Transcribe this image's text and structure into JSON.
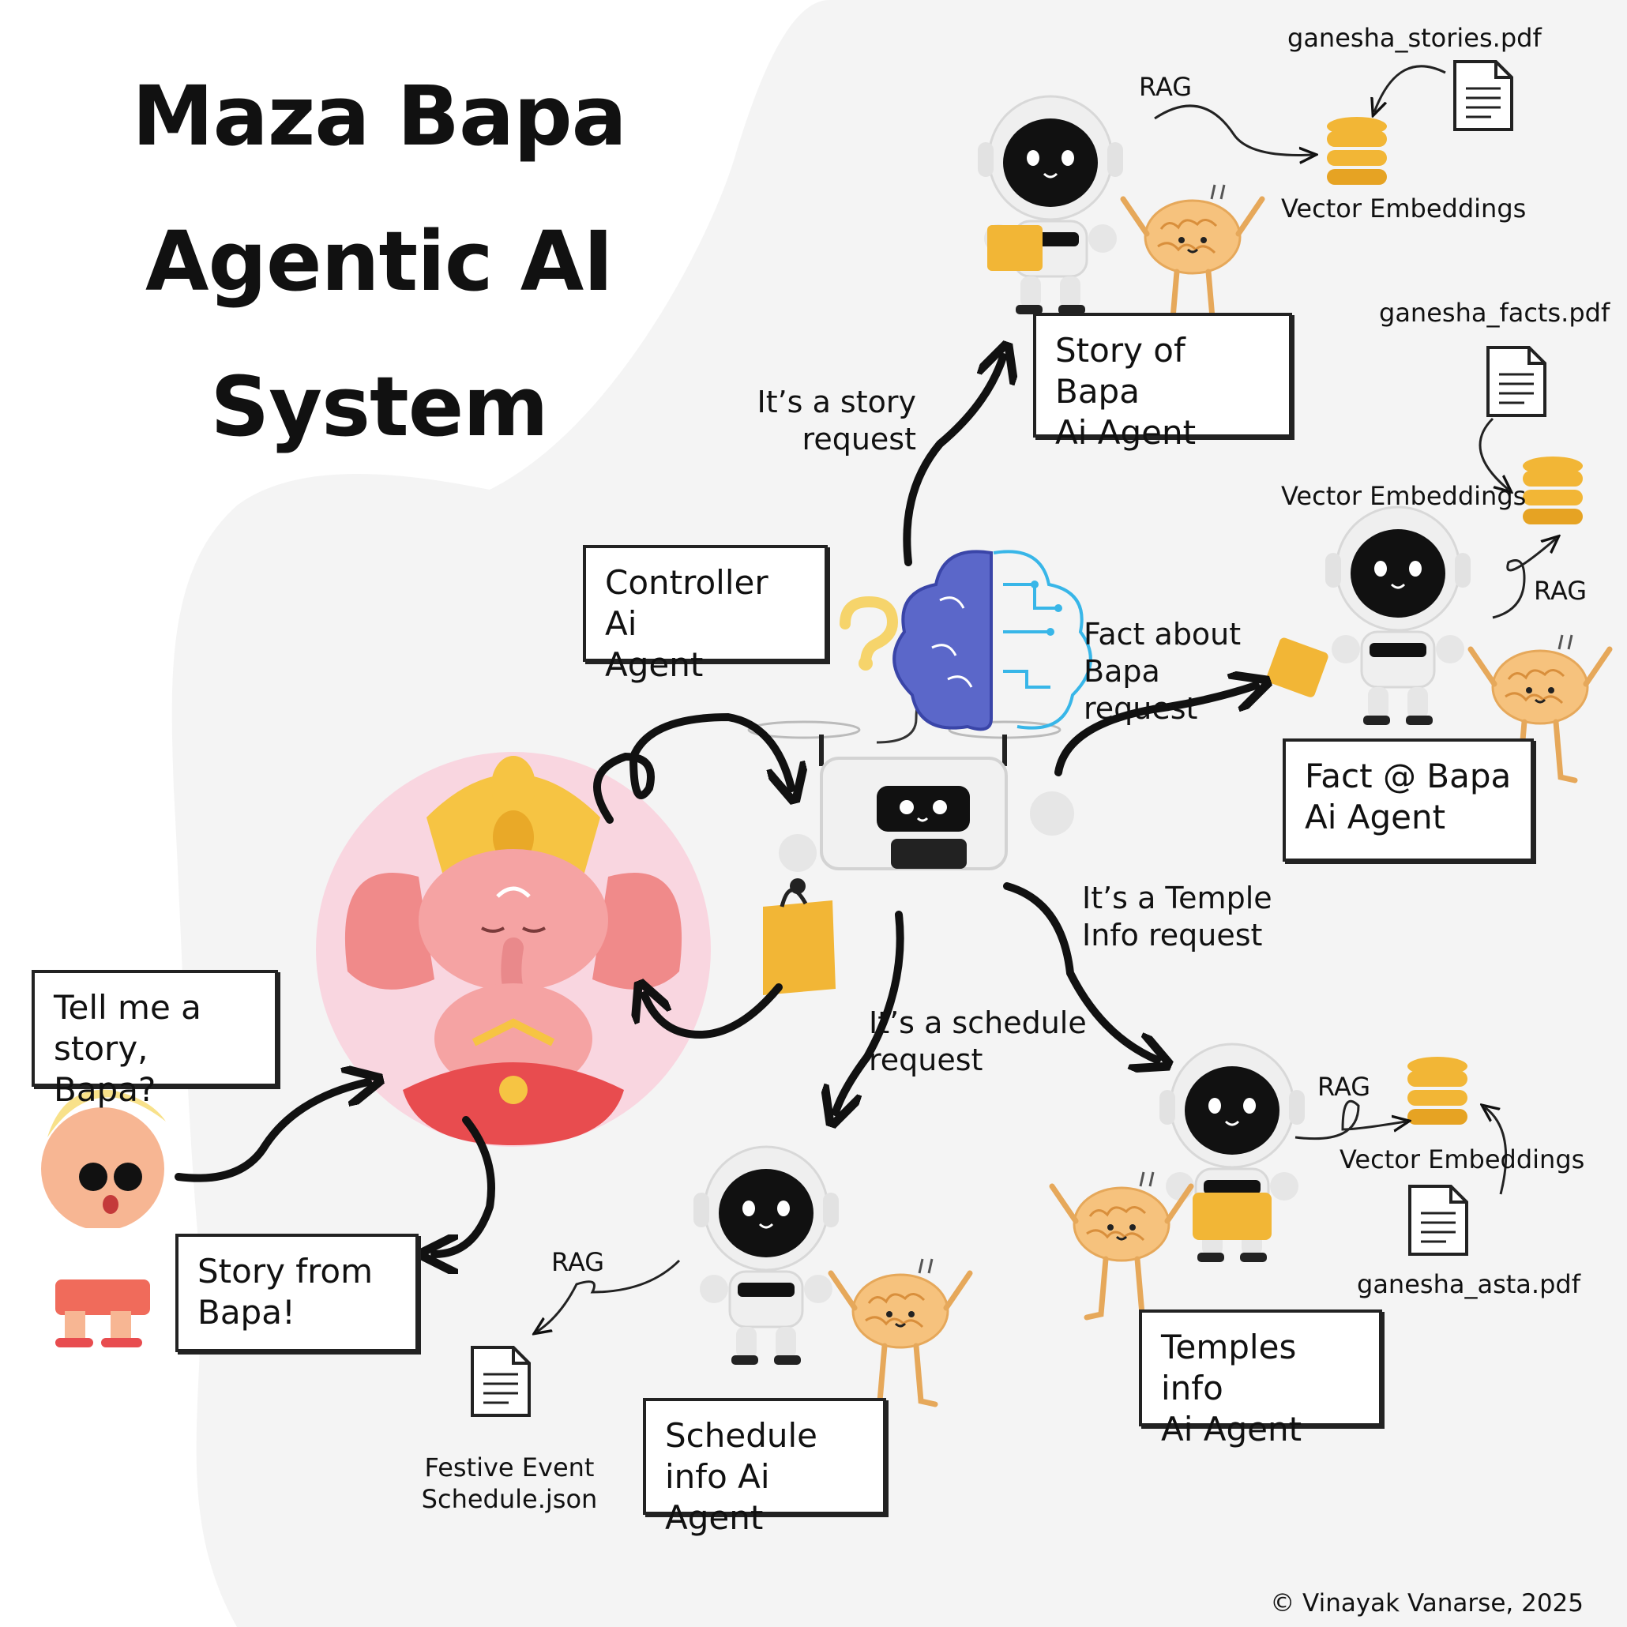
{
  "title": {
    "line1": "Maza Bapa",
    "line2": "Agentic AI",
    "line3": "System"
  },
  "boxes": {
    "controller": "Controller Ai\nAgent",
    "story_agent": "Story of Bapa\nAi Agent",
    "fact_agent": "Fact @ Bapa\nAi Agent",
    "temples_agent": "Temples info\nAi Agent",
    "schedule_agent": "Schedule\ninfo Ai Agent",
    "user_question": "Tell me a\nstory, Bapa?",
    "story_reply": "Story from\nBapa!"
  },
  "edge_labels": {
    "story_request": "It’s a story\nrequest",
    "fact_request": "Fact about\nBapa\nrequest",
    "temple_request": "It’s a Temple\nInfo request",
    "schedule_request": "It’s a schedule\nrequest"
  },
  "resources": {
    "story_pdf": "ganesha_stories.pdf",
    "facts_pdf": "ganesha_facts.pdf",
    "asta_pdf": "ganesha_asta.pdf",
    "schedule_json": "Festive Event\nSchedule.json",
    "vector_story": "Vector Embeddings",
    "vector_fact": "Vector Embeddings",
    "vector_temple": "Vector Embeddings",
    "rag_story": "RAG",
    "rag_fact": "RAG",
    "rag_temple": "RAG",
    "rag_schedule": "RAG"
  },
  "colors": {
    "blob": "#f4f4f4",
    "ganesha_circle": "#f9d6e0",
    "robot_white": "#e6e6e6",
    "robot_face": "#111111",
    "gold": "#f2b636",
    "brain": "#f6c27d",
    "ink": "#111111"
  },
  "icons": [
    "ganesha-icon",
    "controller-drone-robot-icon",
    "ai-brain-circuit-icon",
    "question-mark-icon",
    "shopping-bag-icon",
    "child-icon",
    "story-robot-icon",
    "fact-robot-icon",
    "temples-robot-icon",
    "schedule-robot-icon",
    "database-icon",
    "document-icon",
    "brain-mascot-icon"
  ],
  "footer": {
    "copyright": "© Vinayak Vanarse, 2025"
  }
}
